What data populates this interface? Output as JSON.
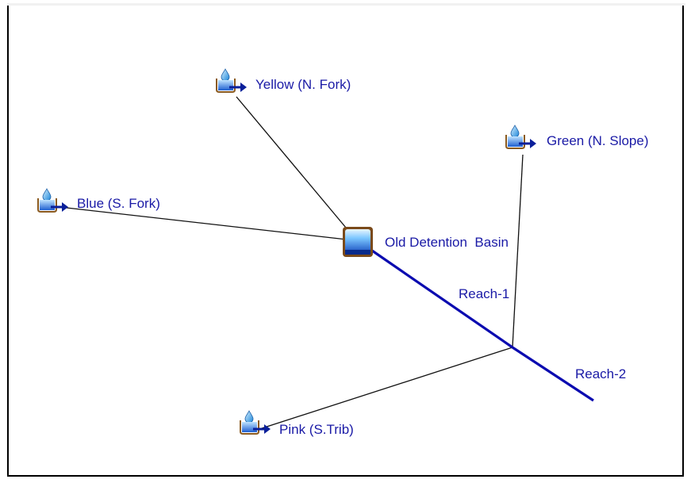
{
  "colors": {
    "label_text": "#1a1aa6",
    "reach_line": "#0b0bb0",
    "connector_line": "#111111",
    "reservoir_water": "#1e5fd0",
    "reservoir_frame": "#7a4a1a"
  },
  "subbasins": [
    {
      "id": "yellow",
      "label": "Yellow (N. Fork)",
      "icon": "subbasin-icon"
    },
    {
      "id": "green",
      "label": "Green (N. Slope)",
      "icon": "subbasin-icon"
    },
    {
      "id": "blue",
      "label": "Blue (S. Fork)",
      "icon": "subbasin-icon"
    },
    {
      "id": "pink",
      "label": "Pink (S.Trib)",
      "icon": "subbasin-icon"
    }
  ],
  "reservoir": {
    "label": "Old Detention  Basin",
    "icon": "reservoir-icon"
  },
  "reaches": [
    {
      "id": "reach-1",
      "label": "Reach-1"
    },
    {
      "id": "reach-2",
      "label": "Reach-2"
    }
  ]
}
